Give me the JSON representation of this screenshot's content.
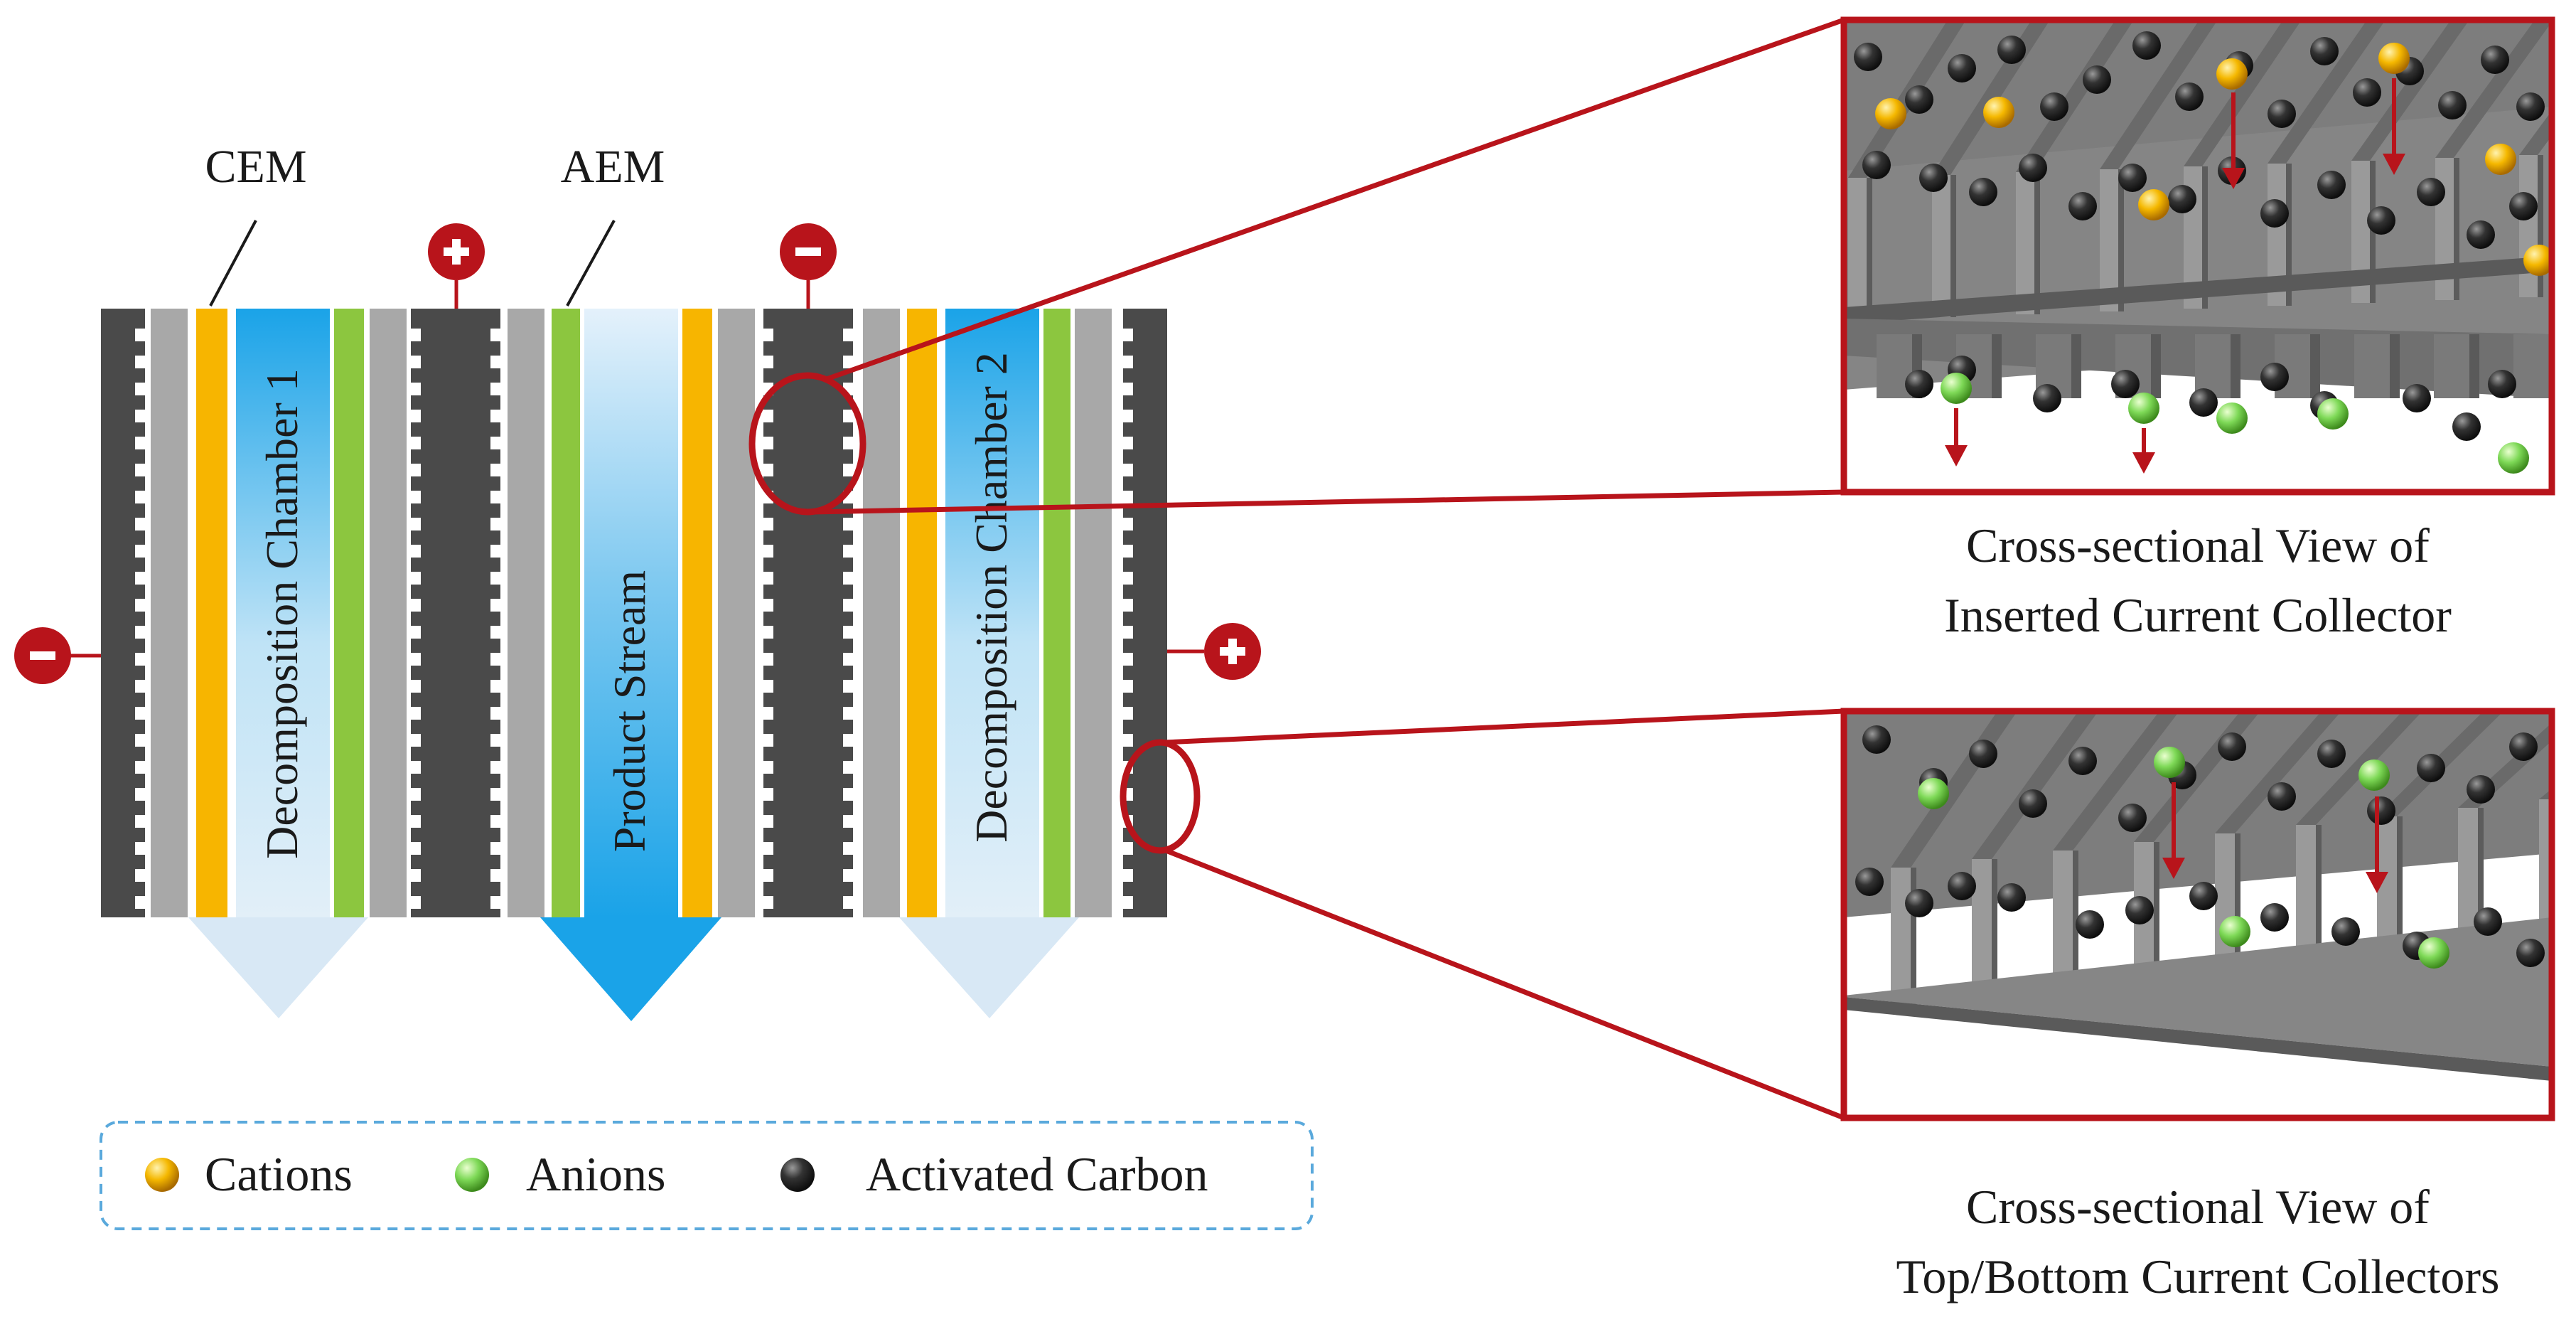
{
  "labels": {
    "cem": "CEM",
    "aem": "AEM",
    "chamber1": "Decomposition Chamber 1",
    "product": "Product Stream",
    "chamber2": "Decomposition Chamber 2"
  },
  "views": {
    "top_line1": "Cross-sectional View of",
    "top_line2": "Inserted Current Collector",
    "bottom_line1": "Cross-sectional View of",
    "bottom_line2": "Top/Bottom Current Collectors"
  },
  "legend": {
    "cations": "Cations",
    "anions": "Anions",
    "carbon": "Activated Carbon"
  },
  "terminals": {
    "minus": "-",
    "plus": "+"
  },
  "colors": {
    "electrode": "#4a4a4a",
    "spacer": "#a8a8a8",
    "cem": "#f7b500",
    "aem": "#8cc63f",
    "stream": "#1aa3e8",
    "accent_red": "#b8141b",
    "cation": "#f5b800",
    "anion": "#7ed957",
    "carbon": "#2e2e2e"
  }
}
